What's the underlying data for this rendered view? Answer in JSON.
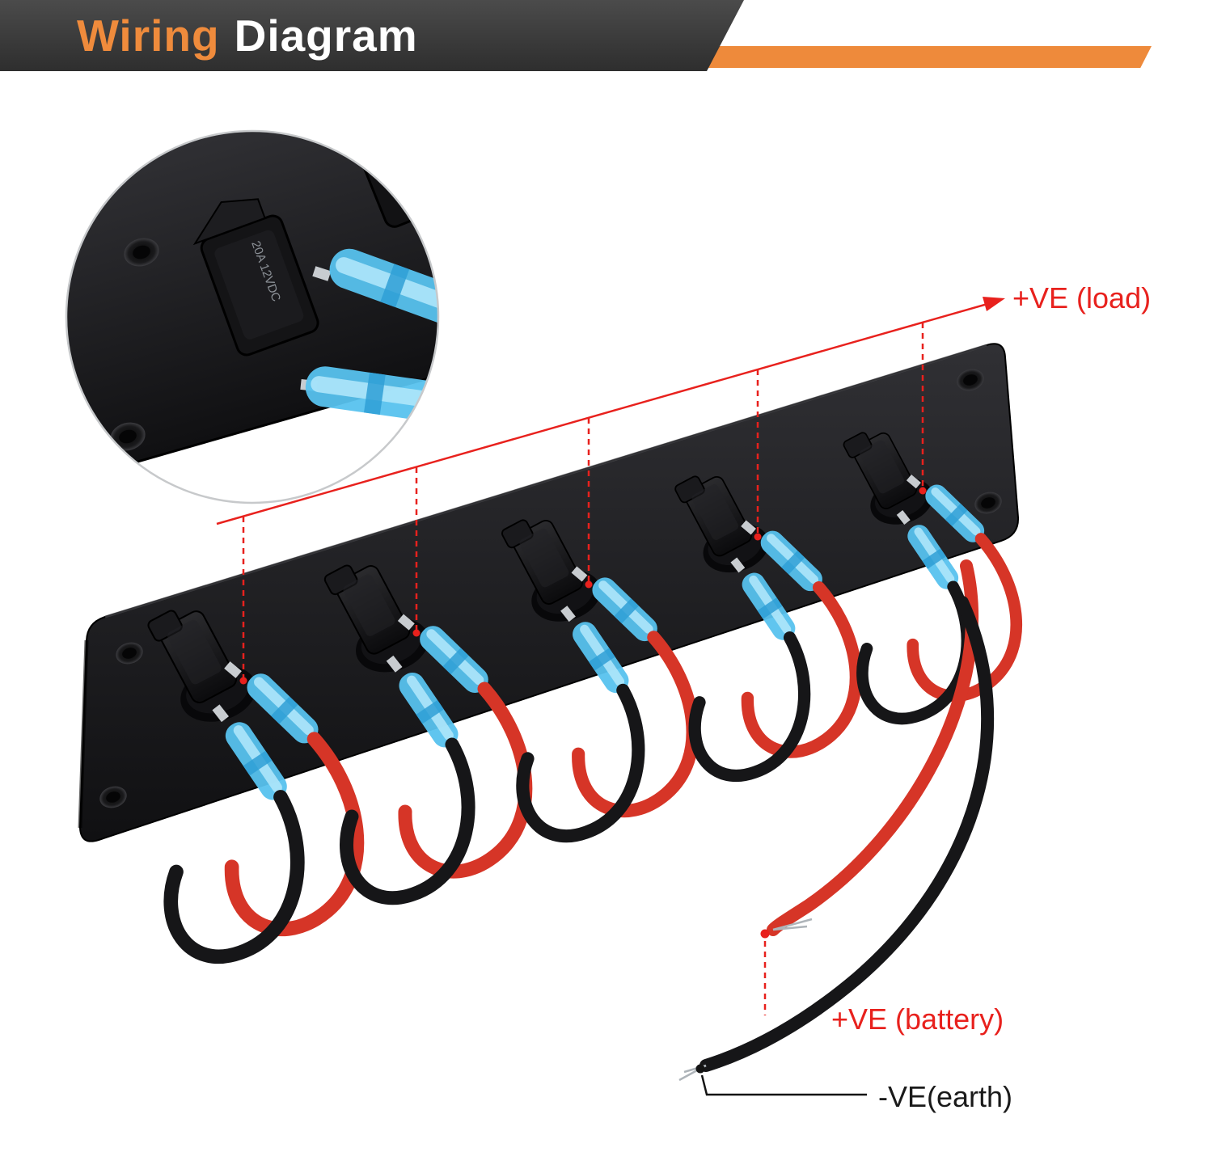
{
  "banner": {
    "word_orange": "Wiring",
    "word_white": "Diagram"
  },
  "labels": {
    "load": "+VE (load)",
    "battery": "+VE (battery)",
    "earth": "-VE(earth)"
  },
  "inset": {
    "switch_marking": "20A 12VDC"
  },
  "panel": {
    "switch_count": 5
  },
  "colors": {
    "accent_orange": "#EE8A3B",
    "banner_dark": "#3C3C3C",
    "annotation_red": "#E8211D",
    "wire_red": "#D63527",
    "wire_black": "#161618",
    "connector_blue": "#57C2EE",
    "panel_black": "#151517"
  }
}
